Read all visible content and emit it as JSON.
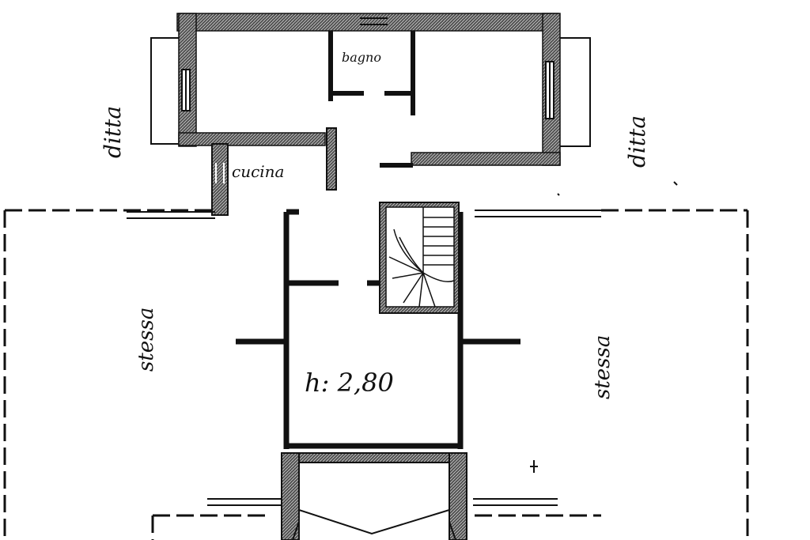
{
  "labels": {
    "bagno": "bagno",
    "cucina": "cucina",
    "ditta_left": "ditta",
    "ditta_right": "ditta",
    "stessa_left": "stessa",
    "stessa_right": "stessa",
    "height": "h: 2,80"
  },
  "colors": {
    "ink": "#111111",
    "paper": "#ffffff",
    "hatch": "#333333"
  }
}
